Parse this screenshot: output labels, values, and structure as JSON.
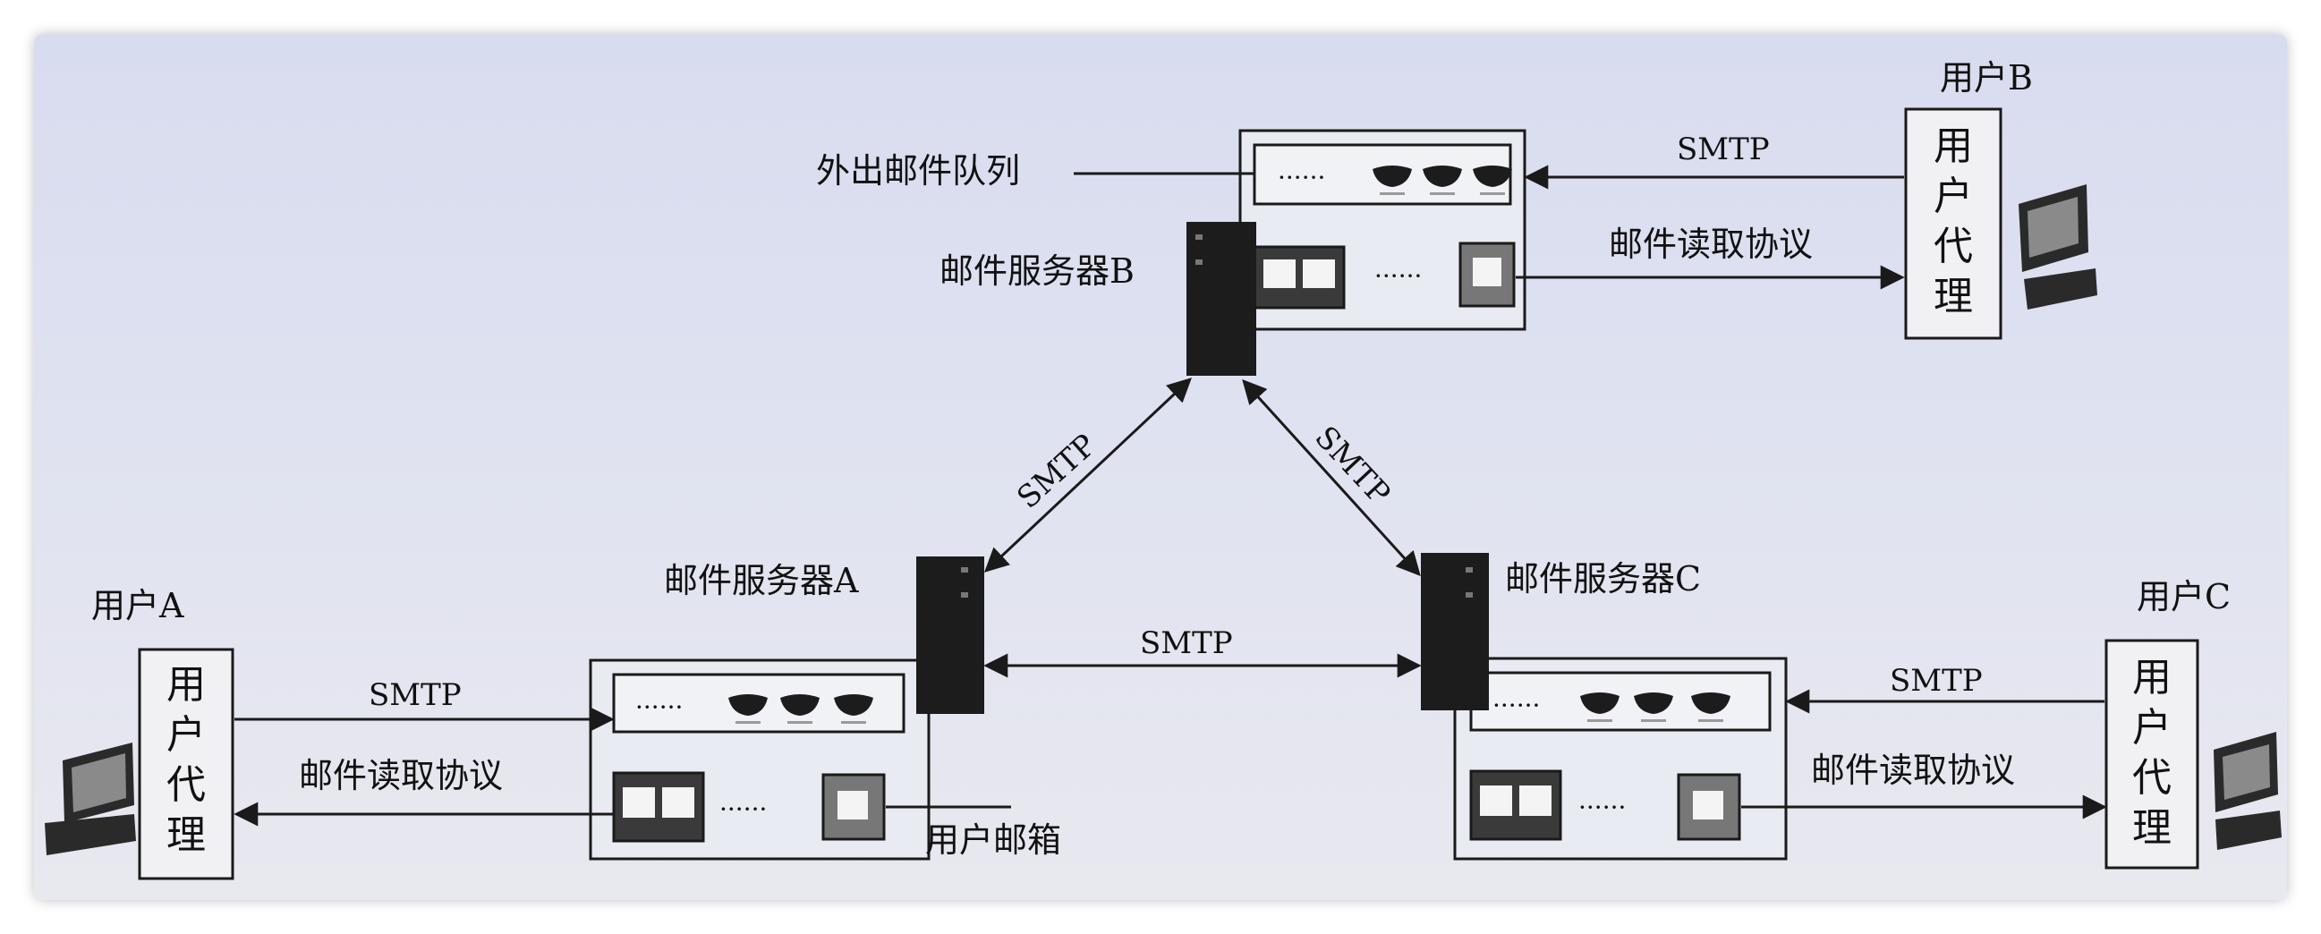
{
  "labels": {
    "outgoing_queue": "外出邮件队列",
    "server_a": "邮件服务器A",
    "server_b": "邮件服务器B",
    "server_c": "邮件服务器C",
    "user_a": "用户A",
    "user_b": "用户B",
    "user_c": "用户C",
    "user_agent": [
      "用",
      "户",
      "代",
      "理"
    ],
    "user_mailbox": "用户邮箱",
    "smtp": "SMTP",
    "read_protocol": "邮件读取协议",
    "dots": "······"
  },
  "colors": {
    "line": "#1a1a1a",
    "box_fill": "#e9ebf2",
    "tower": "#1c1c1c"
  },
  "icons": [
    "server-tower-icon",
    "computer-icon",
    "mail-tray-icon",
    "user-mailbox-icon"
  ]
}
